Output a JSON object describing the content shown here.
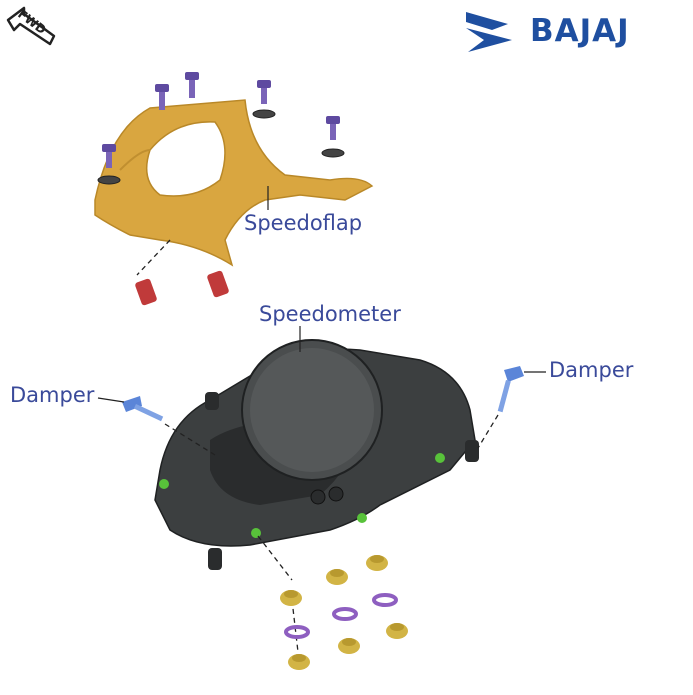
{
  "brand": {
    "name": "BAJAJ",
    "color": "#1f4fa0",
    "logo_icon": "bajaj-logo-icon"
  },
  "direction_indicator": {
    "label": "FWD",
    "icon": "forward-arrow-icon"
  },
  "labels": {
    "speedoflap": "Speedoflap",
    "speedometer": "Speedometer",
    "damper_left": "Damper",
    "damper_right": "Damper"
  },
  "colors": {
    "label_text": "#3a4a9a",
    "speedoflap_part": "#d9a640",
    "speedometer_housing": "#3c3f40",
    "screw": "#7a64b8",
    "washer": "#8e5fc0",
    "red_spacer": "#c03a3a",
    "damper": "#5b85d8",
    "nut": "#d2b445",
    "green_grommet": "#58c23a"
  }
}
